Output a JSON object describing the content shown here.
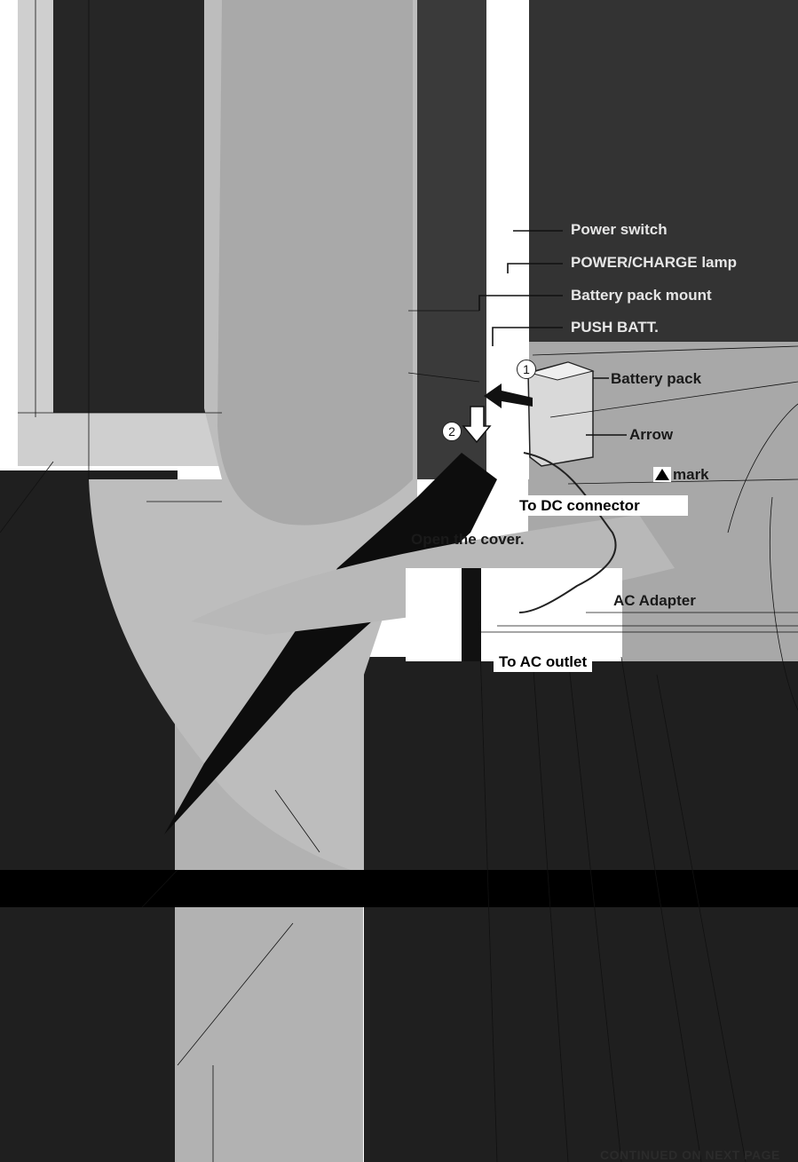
{
  "labels": {
    "power_switch": "Power switch",
    "power_charge_lamp": "POWER/CHARGE lamp",
    "battery_pack_mount": "Battery pack mount",
    "push_batt": "PUSH BATT.",
    "battery_pack": "Battery pack",
    "arrow": "Arrow",
    "mark": "mark",
    "to_dc_connector": "To DC connector",
    "open_the_cover": "Open the cover.",
    "ac_adapter": "AC Adapter",
    "to_ac_outlet": "To AC outlet"
  },
  "step_markers": {
    "step1": "1",
    "step2": "2"
  },
  "footer": {
    "continued": "CONTINUED ON NEXT PAGE"
  },
  "colors": {
    "dark": "#2d2d2d",
    "black": "#0d0d0d",
    "mid_gray": "#a9a9a9",
    "light_gray": "#c9c9c9",
    "white": "#ffffff"
  }
}
